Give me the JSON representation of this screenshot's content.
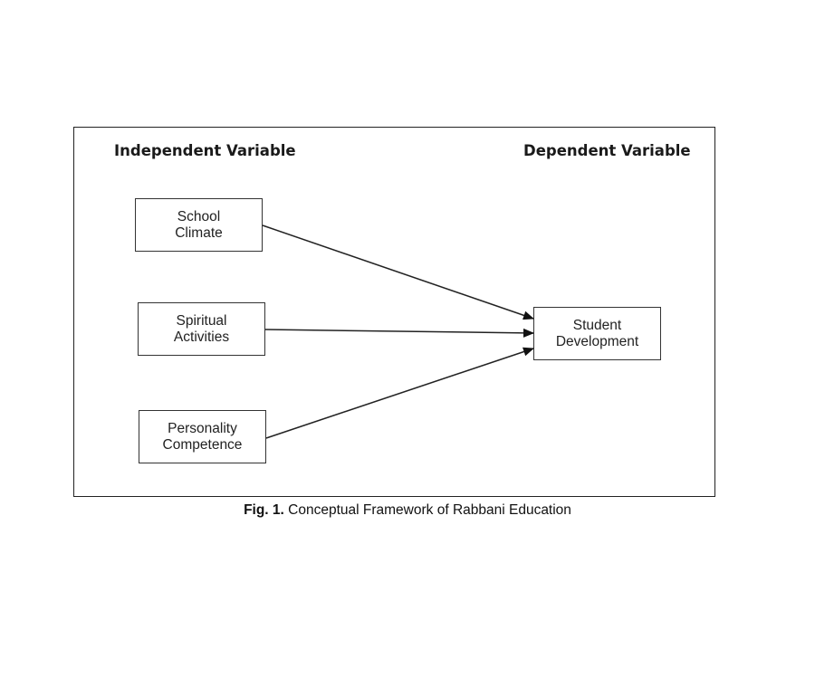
{
  "headings": {
    "independent": "Independent Variable",
    "dependent": "Dependent Variable"
  },
  "nodes": {
    "school_climate": [
      "School",
      "Climate"
    ],
    "spiritual_activities": [
      "Spiritual",
      "Activities"
    ],
    "personality_competence": [
      "Personality",
      "Competence"
    ],
    "student_development": [
      "Student",
      "Development"
    ]
  },
  "edges": [
    {
      "from": "school_climate",
      "to": "student_development"
    },
    {
      "from": "spiritual_activities",
      "to": "student_development"
    },
    {
      "from": "personality_competence",
      "to": "student_development"
    }
  ],
  "caption": {
    "label": "Fig. 1.",
    "text": "Conceptual Framework of Rabbani Education"
  }
}
